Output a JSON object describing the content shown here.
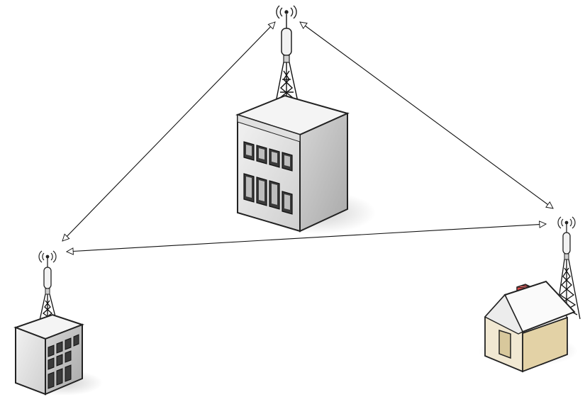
{
  "diagram": {
    "type": "wireless network topology",
    "nodes": [
      {
        "id": "central-office",
        "kind": "multi-storey building with antenna tower"
      },
      {
        "id": "branch-office",
        "kind": "small office building with antenna tower"
      },
      {
        "id": "home",
        "kind": "house with antenna tower"
      }
    ],
    "links": [
      {
        "from": "central-office",
        "to": "branch-office",
        "style": "double-headed arrow"
      },
      {
        "from": "central-office",
        "to": "home",
        "style": "double-headed arrow"
      },
      {
        "from": "branch-office",
        "to": "home",
        "style": "double-headed arrow"
      }
    ],
    "colors": {
      "line": "#111111",
      "building_front": "#e6e6e6",
      "building_side": "#b9b9b9",
      "building_roof": "#f4f4f4",
      "house_wall": "#f1e8d2",
      "house_side": "#e3d2a6",
      "house_roof": "#fafafa",
      "chimney": "#e04848",
      "shadow": "#d4d4d4"
    }
  }
}
